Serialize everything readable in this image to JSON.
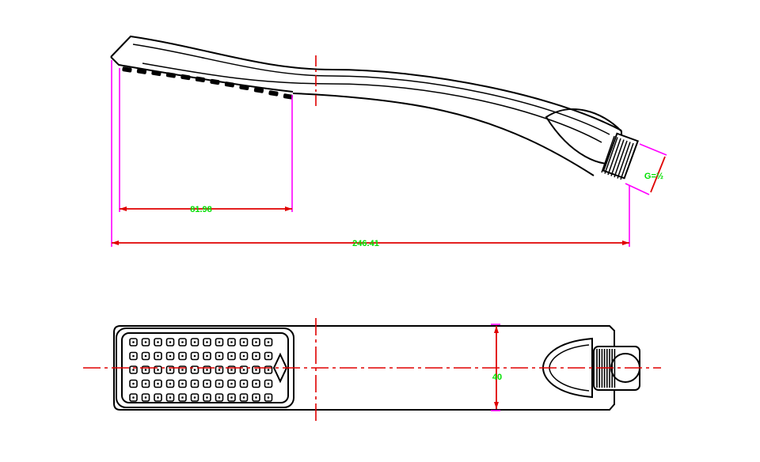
{
  "dimensions": {
    "head_length": "81.98",
    "overall_length": "246.41",
    "width": "40",
    "thread": "G=½"
  },
  "colors": {
    "outline": "#000000",
    "centerline": "#e00000",
    "extension": "#ff00ff",
    "dim_text": "#00e000"
  },
  "nozzle_grid": {
    "rows": 5,
    "cols": 12
  }
}
